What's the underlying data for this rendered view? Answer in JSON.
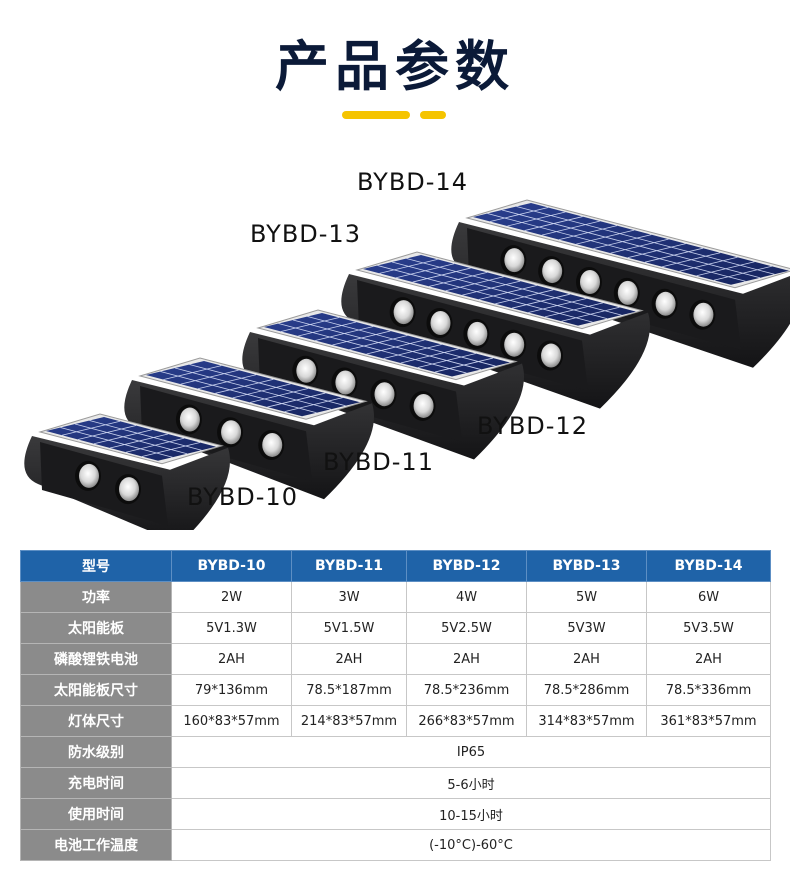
{
  "page": {
    "title": "产品参数",
    "accent_color": "#f5c400",
    "header_color": "#1f63a8",
    "rowhead_color": "#8b8b8b"
  },
  "products": [
    {
      "label": "BYBD-10",
      "leds": 2
    },
    {
      "label": "BYBD-11",
      "leds": 3
    },
    {
      "label": "BYBD-12",
      "leds": 4
    },
    {
      "label": "BYBD-13",
      "leds": 5
    },
    {
      "label": "BYBD-14",
      "leds": 6
    }
  ],
  "table": {
    "corner": "型号",
    "models": [
      "BYBD-10",
      "BYBD-11",
      "BYBD-12",
      "BYBD-13",
      "BYBD-14"
    ],
    "rows": [
      {
        "label": "功率",
        "values": [
          "2W",
          "3W",
          "4W",
          "5W",
          "6W"
        ]
      },
      {
        "label": "太阳能板",
        "values": [
          "5V1.3W",
          "5V1.5W",
          "5V2.5W",
          "5V3W",
          "5V3.5W"
        ]
      },
      {
        "label": "磷酸锂铁电池",
        "values": [
          "2AH",
          "2AH",
          "2AH",
          "2AH",
          "2AH"
        ]
      },
      {
        "label": "太阳能板尺寸",
        "values": [
          "79*136mm",
          "78.5*187mm",
          "78.5*236mm",
          "78.5*286mm",
          "78.5*336mm"
        ]
      },
      {
        "label": "灯体尺寸",
        "values": [
          "160*83*57mm",
          "214*83*57mm",
          "266*83*57mm",
          "314*83*57mm",
          "361*83*57mm"
        ]
      },
      {
        "label": "防水级别",
        "values": [
          "IP65"
        ]
      },
      {
        "label": "充电时间",
        "values": [
          "5-6小时"
        ]
      },
      {
        "label": "使用时间",
        "values": [
          "10-15小时"
        ]
      },
      {
        "label": "电池工作温度",
        "values": [
          "(-10°C)-60°C"
        ]
      }
    ]
  }
}
